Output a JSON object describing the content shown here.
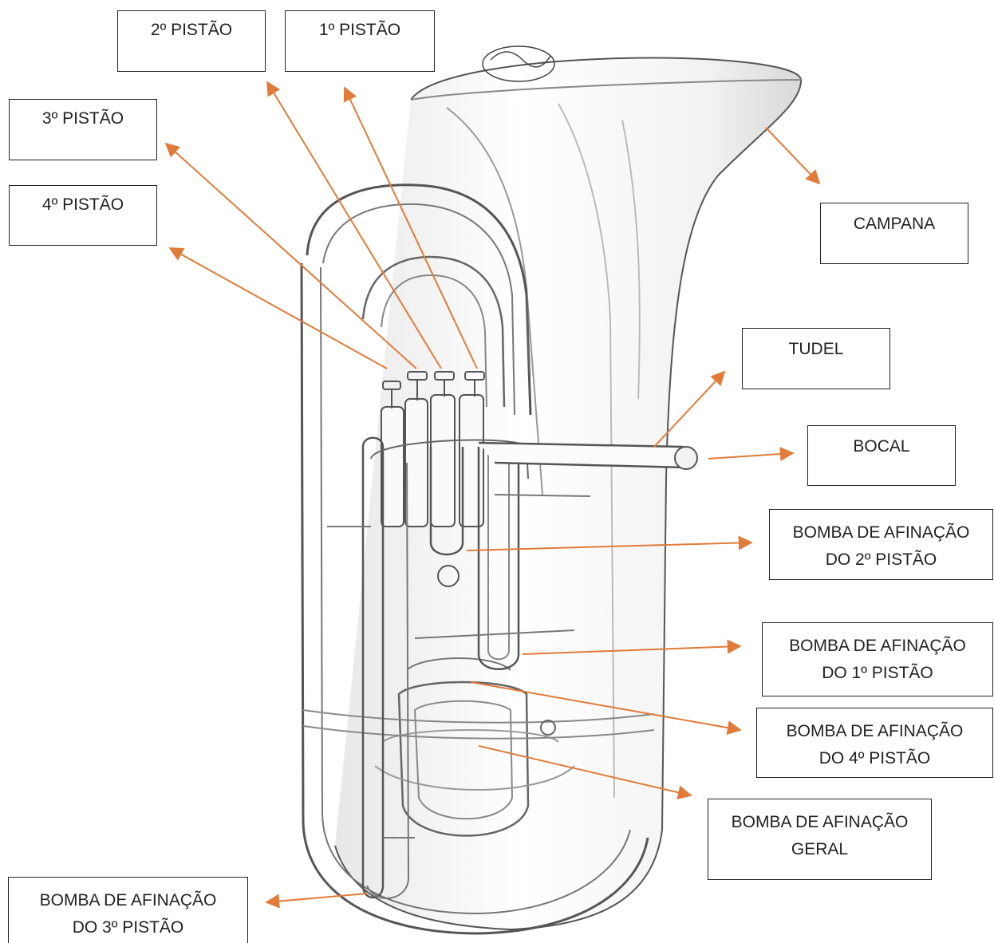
{
  "labels": {
    "piston2": "2º PISTÃO",
    "piston1": "1º PISTÃO",
    "piston3": "3º PISTÃO",
    "piston4": "4º PISTÃO",
    "campana": "CAMPANA",
    "tudel": "TUDEL",
    "bocal": "BOCAL",
    "bomba2": {
      "l1": "BOMBA DE AFINAÇÃO",
      "l2": "DO 2º PISTÃO"
    },
    "bomba1": {
      "l1": "BOMBA DE AFINAÇÃO",
      "l2": "DO 1º PISTÃO"
    },
    "bomba4": {
      "l1": "BOMBA DE AFINAÇÃO",
      "l2": "DO 4º PISTÃO"
    },
    "geral": {
      "l1": "BOMBA DE AFINAÇÃO",
      "l2": "GERAL"
    },
    "bomba3": {
      "l1": "BOMBA DE AFINAÇÃO",
      "l2": "DO 3º PISTÃO"
    }
  },
  "colors": {
    "arrow": "#e07b39",
    "border": "#222222",
    "text": "#222222",
    "metal_line": "#777777"
  },
  "image": {
    "subject": "tuba-line-drawing"
  }
}
